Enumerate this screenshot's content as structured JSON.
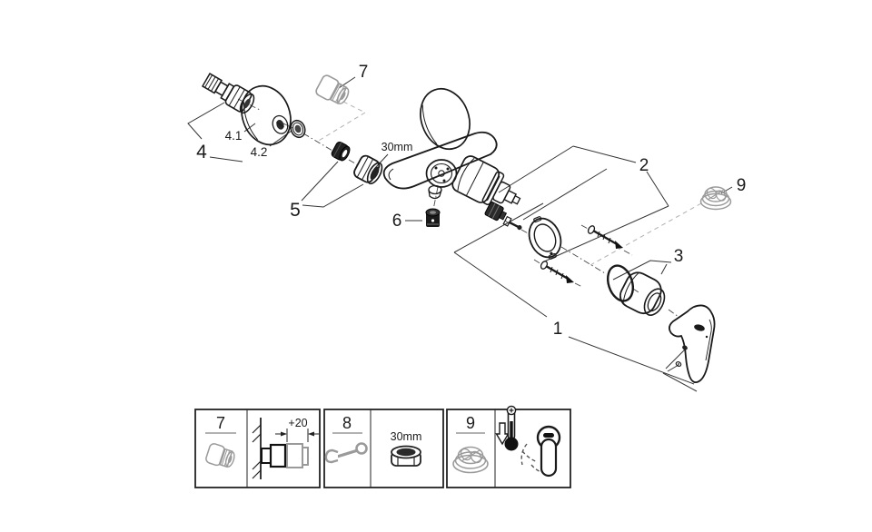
{
  "figure": {
    "kind": "exploded-parts-diagram"
  },
  "callouts": {
    "c1": "1",
    "c2": "2",
    "c3": "3",
    "c4": "4",
    "c4_1": "4.1",
    "c4_2": "4.2",
    "c5": "5",
    "c6": "6",
    "c7": "7",
    "c9": "9",
    "nut_size": "30mm"
  },
  "legend": {
    "box7": {
      "num": "7",
      "dim": "+20"
    },
    "box8": {
      "num": "8",
      "size": "30mm"
    },
    "box9": {
      "num": "9"
    }
  },
  "colors": {
    "ink": "#1a1a1a",
    "muted_part": "#9a9a9a",
    "background": "#ffffff"
  }
}
